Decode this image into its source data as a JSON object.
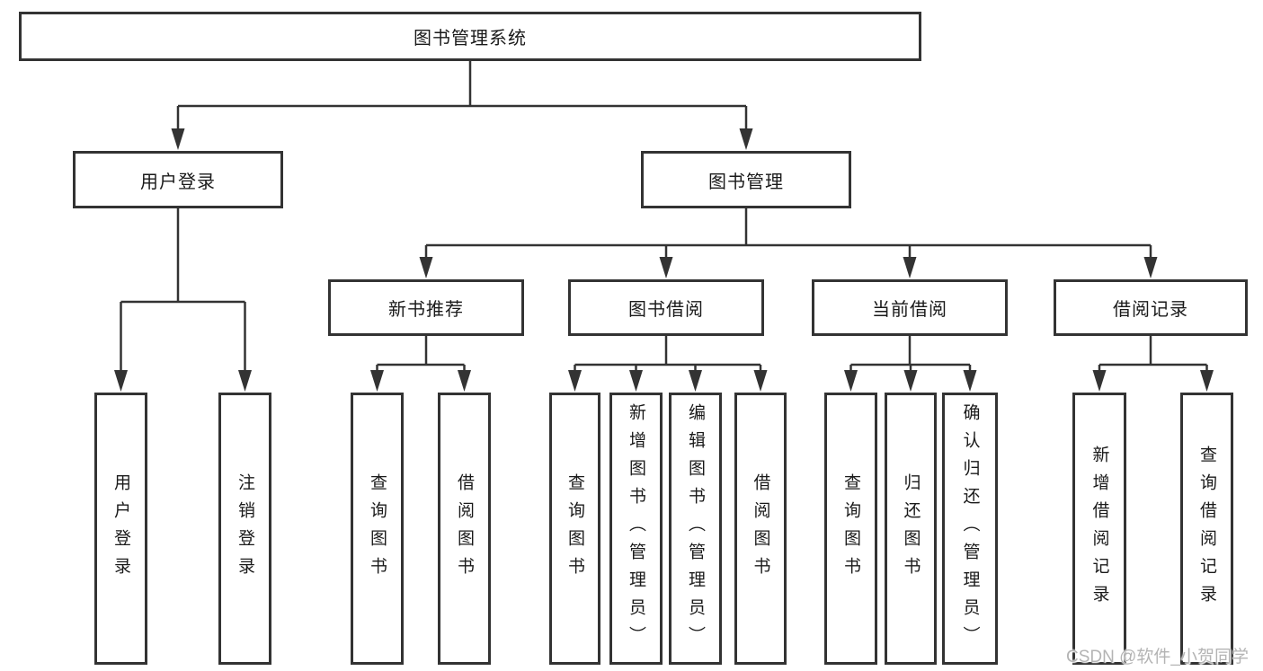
{
  "colors": {
    "line": "#333333",
    "box_border": "#333333",
    "text": "#1a1a1a",
    "background": "#ffffff",
    "watermark": "#b4b4b4"
  },
  "watermark": "CSDN @软件_小贺同学",
  "diagram": {
    "title": "图书管理系统",
    "branches": {
      "user_login": {
        "label": "用户登录",
        "children": {
          "login": "用户登录",
          "logout": "注销登录"
        }
      },
      "book_mgmt": {
        "label": "图书管理",
        "sections": {
          "new_books": {
            "label": "新书推荐",
            "children": {
              "query": "查询图书",
              "borrow": "借阅图书"
            }
          },
          "borrowing": {
            "label": "图书借阅",
            "children": {
              "query": "查询图书",
              "add": "新增图书（管理员）",
              "edit": "编辑图书（管理员）",
              "borrow": "借阅图书"
            }
          },
          "current": {
            "label": "当前借阅",
            "children": {
              "query": "查询图书",
              "return": "归还图书",
              "confirm": "确认归还（管理员）"
            }
          },
          "records": {
            "label": "借阅记录",
            "children": {
              "add": "新增借阅记录",
              "query": "查询借阅记录"
            }
          }
        }
      }
    }
  }
}
